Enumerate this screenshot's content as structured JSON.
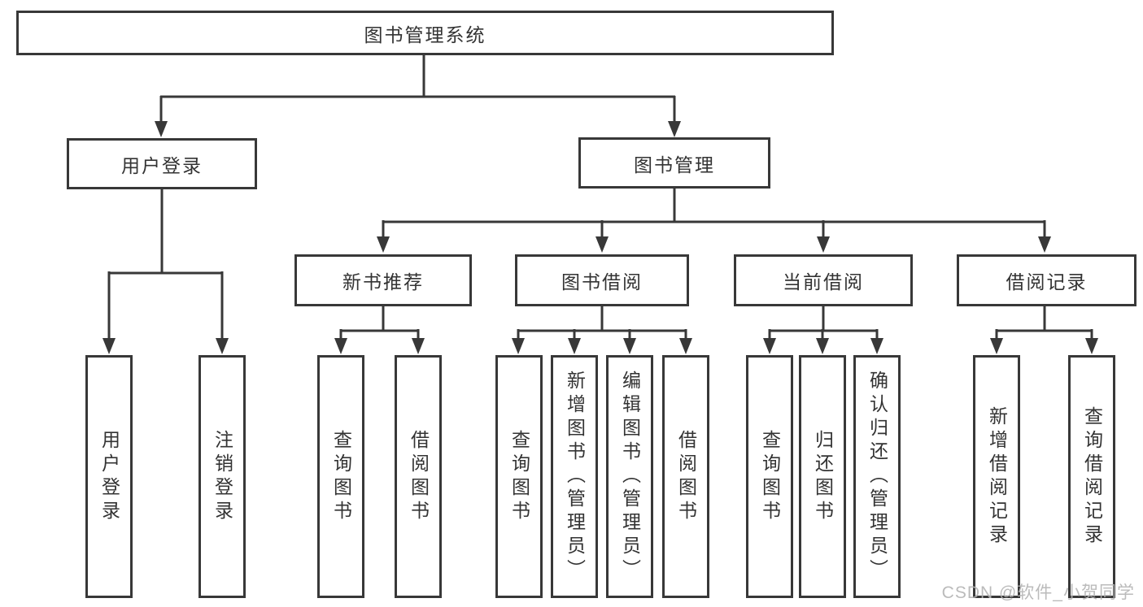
{
  "diagram": {
    "type": "hierarchy-tree",
    "nodes": {
      "root": "图书管理系统",
      "level2": [
        "用户登录",
        "图书管理"
      ],
      "level3": [
        "新书推荐",
        "图书借阅",
        "当前借阅",
        "借阅记录"
      ],
      "leaves": {
        "login": [
          "用户登录",
          "注销登录"
        ],
        "recommend": [
          "查询图书",
          "借阅图书"
        ],
        "borrow": [
          "查询图书",
          "新增图书（管理员）",
          "编辑图书（管理员）",
          "借阅图书"
        ],
        "current": [
          "查询图书",
          "归还图书",
          "确认归还（管理员）"
        ],
        "records": [
          "新增借阅记录",
          "查询借阅记录"
        ]
      }
    },
    "edges": [
      "图书管理系统 -> 用户登录",
      "图书管理系统 -> 图书管理",
      "用户登录 -> 用户登录",
      "用户登录 -> 注销登录",
      "图书管理 -> 新书推荐",
      "图书管理 -> 图书借阅",
      "图书管理 -> 当前借阅",
      "图书管理 -> 借阅记录",
      "新书推荐 -> 查询图书",
      "新书推荐 -> 借阅图书",
      "图书借阅 -> 查询图书",
      "图书借阅 -> 新增图书（管理员）",
      "图书借阅 -> 编辑图书（管理员）",
      "图书借阅 -> 借阅图书",
      "当前借阅 -> 查询图书",
      "当前借阅 -> 归还图书",
      "当前借阅 -> 确认归还（管理员）",
      "借阅记录 -> 新增借阅记录",
      "借阅记录 -> 查询借阅记录"
    ],
    "colors": {
      "line": "#383838",
      "box_border": "#383838",
      "box_fill": "#ffffff",
      "text": "#333333",
      "watermark": "#b4b4b4",
      "background": "#ffffff"
    }
  },
  "watermark": {
    "text": "CSDN @软件_小贺同学"
  }
}
